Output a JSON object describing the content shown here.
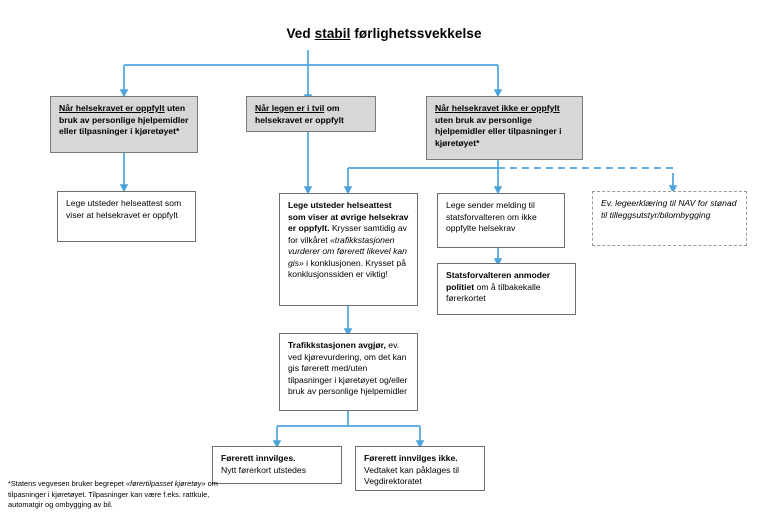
{
  "diagram": {
    "title_prefix": "Ved ",
    "title_underlined": "stabil",
    "title_suffix": " førlighetssvekkelse",
    "connector_color": "#4da4db",
    "gray_fill": "#d7d7d7",
    "border_color": "#6e6e6e"
  },
  "nodes": {
    "cond_ok": {
      "lead_bold_underline": "Når helsekravet er oppfylt",
      "rest": " uten bruk av personlige hjelpemidler eller tilpasninger i kjøretøyet*"
    },
    "cond_doubt": {
      "lead_bold_underline": "Når legen er i tvil",
      "rest": " om helsekravet er oppfylt"
    },
    "cond_not_ok": {
      "lead_bold_underline": "Når helsekravet ikke er oppfylt",
      "rest": " uten bruk av personlige hjelpemidler eller tilpasninger i kjøretøyet*"
    },
    "attest_ok": {
      "text": "Lege utsteder helseattest som viser at helsekravet er oppfylt"
    },
    "attest_other": {
      "bold": "Lege utsteder helseattest som viser at øvrige helsekrav er oppfylt.",
      "body_part1": "Krysser samtidig av for vilkåret ",
      "body_italic": "«trafikkstasjonen vurderer om førerett likevel kan gis»",
      "body_part2": " i konklusjonen. Krysset på konklusjonssiden er viktig!"
    },
    "report_statsforvalter": {
      "text": "Lege sender melding til statsforvalteren om ikke oppfylte helsekrav"
    },
    "nav_note": {
      "text": "Ev. legeerklæring til NAV for stønad til tilleggsutstyr/bilombygging"
    },
    "police_request": {
      "bold": "Statsforvalteren anmoder politiet",
      "rest": " om å tilbakekalle førerkortet"
    },
    "traffic_station": {
      "bold": "Trafikkstasjonen avgjør,",
      "rest": " ev. ved kjørevurdering, om det kan gis førerett med/uten tilpasninger i kjøretøyet og/eller bruk av personlige hjelpemidler"
    },
    "granted": {
      "bold": "Førerett innvilges.",
      "rest": "Nytt førerkort utstedes"
    },
    "denied": {
      "bold": "Førerett innvilges ikke.",
      "rest": "Vedtaket kan påklages til Vegdirektoratet"
    }
  },
  "footnote": {
    "part1": "*Statens vegvesen bruker begrepet ",
    "italic": "«førertilpasset kjøretøy»",
    "part2": " om tilpasninger i kjøretøyet. Tilpasninger kan være f.eks. rattkule, automatgir og ombygging av bil."
  }
}
